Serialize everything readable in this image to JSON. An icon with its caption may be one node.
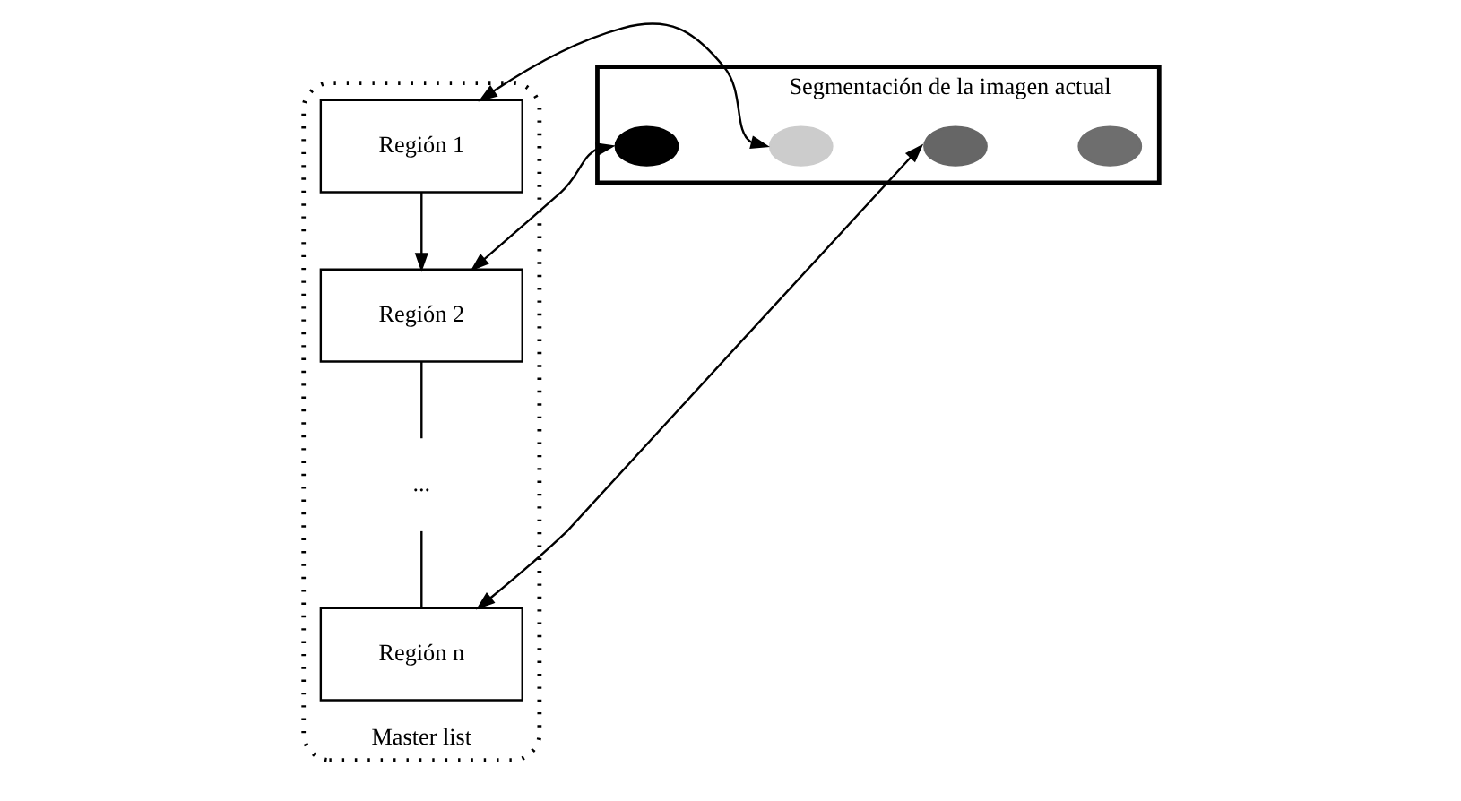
{
  "diagram": {
    "nodes": [
      {
        "text": [
          "Master list"
        ]
      },
      {
        "text": [
          "Región 1"
        ],
        "in": 0
      },
      {
        "text": [
          "Región 2"
        ],
        "in": 0
      },
      {
        "text": [
          "..."
        ],
        "in": 0
      },
      {
        "text": [
          "Región n"
        ],
        "in": 0
      },
      {
        "text": [
          "Segmentación de la imagen actual"
        ]
      },
      {
        "text": [],
        "shape": "blob",
        "in": 5
      },
      {
        "text": [],
        "shape": "blob",
        "in": 5
      },
      {
        "text": [],
        "shape": "blob",
        "in": 5
      },
      {
        "text": [],
        "shape": "blob",
        "in": 5
      }
    ],
    "edges": [
      {
        "from": 1,
        "to": 2,
        "arrow": "to"
      },
      {
        "from": 2,
        "to": 3,
        "arrow": "none"
      },
      {
        "from": 3,
        "to": 4,
        "arrow": "none"
      },
      {
        "from": 1,
        "to": 7,
        "arrow": "both"
      },
      {
        "from": 2,
        "to": 6,
        "arrow": "both"
      },
      {
        "from": 4,
        "to": 8,
        "arrow": "both"
      }
    ]
  }
}
